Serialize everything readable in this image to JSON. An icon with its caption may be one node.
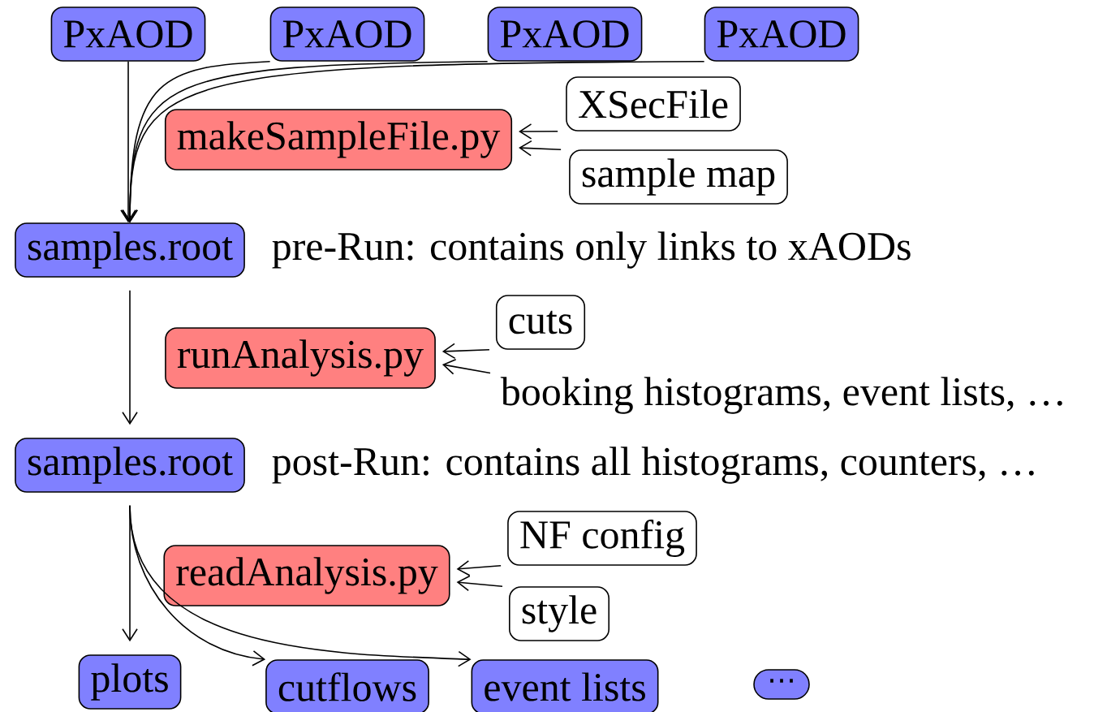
{
  "diagram": {
    "nodes": [
      {
        "text": [
          "PxAOD"
        ]
      },
      {
        "text": [
          "PxAOD"
        ]
      },
      {
        "text": [
          "PxAOD"
        ]
      },
      {
        "text": [
          "PxAOD"
        ]
      },
      {
        "text": [
          "makeSampleFile.py"
        ]
      },
      {
        "text": [
          "XSecFile"
        ]
      },
      {
        "text": [
          "sample map"
        ]
      },
      {
        "text": [
          "samples.root"
        ],
        "beside": [
          "pre-Run: contains only links to xAODs"
        ]
      },
      {
        "text": [
          "runAnalysis.py"
        ]
      },
      {
        "text": [
          "cuts"
        ]
      },
      {
        "text": [
          "booking histograms, event lists, …"
        ]
      },
      {
        "text": [
          "samples.root"
        ],
        "beside": [
          "post-Run: contains all histograms, counters, …"
        ]
      },
      {
        "text": [
          "readAnalysis.py"
        ]
      },
      {
        "text": [
          "NF config"
        ]
      },
      {
        "text": [
          "style"
        ]
      },
      {
        "text": [
          "plots"
        ]
      },
      {
        "text": [
          "cutflows"
        ]
      },
      {
        "text": [
          "event lists"
        ]
      },
      {
        "text": [
          "⋯"
        ]
      }
    ],
    "edges": [
      {
        "from": 0,
        "to": 7,
        "arrow": "to"
      },
      {
        "from": 1,
        "to": 7,
        "arrow": "to"
      },
      {
        "from": 2,
        "to": 7,
        "arrow": "to"
      },
      {
        "from": 3,
        "to": 7,
        "arrow": "to"
      },
      {
        "from": 5,
        "to": 4,
        "arrow": "to"
      },
      {
        "from": 6,
        "to": 4,
        "arrow": "to"
      },
      {
        "from": 7,
        "to": 11,
        "arrow": "to"
      },
      {
        "from": 9,
        "to": 8,
        "arrow": "to"
      },
      {
        "from": 10,
        "to": 8,
        "arrow": "to"
      },
      {
        "from": 11,
        "to": 15,
        "arrow": "to"
      },
      {
        "from": 11,
        "to": 16,
        "arrow": "to"
      },
      {
        "from": 11,
        "to": 17,
        "arrow": "to"
      },
      {
        "from": 13,
        "to": 12,
        "arrow": "to"
      },
      {
        "from": 14,
        "to": 12,
        "arrow": "to"
      }
    ]
  }
}
